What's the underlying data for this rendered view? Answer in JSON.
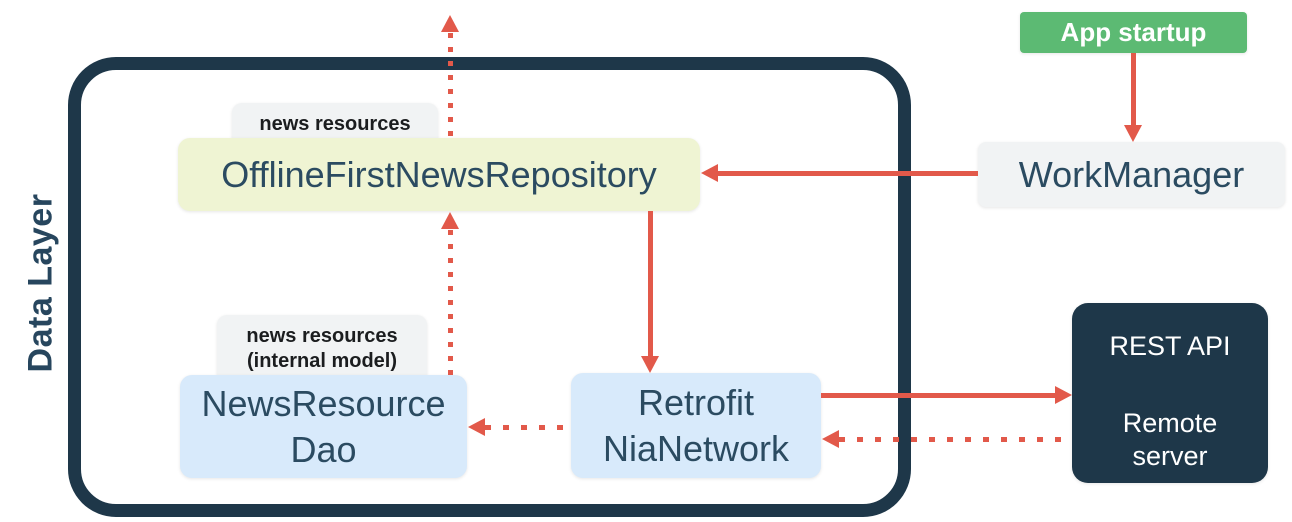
{
  "diagram": {
    "container_label": "Data Layer",
    "boxes": {
      "repository": {
        "label": "OfflineFirstNewsRepository"
      },
      "dao": {
        "line1": "NewsResource",
        "line2": "Dao"
      },
      "network": {
        "line1": "Retrofit",
        "line2": "NiaNetwork"
      },
      "workmanager": {
        "label": "WorkManager"
      },
      "remote": {
        "title": "REST API",
        "line1": "Remote",
        "line2": "server"
      },
      "app_startup": {
        "label": "App startup"
      }
    },
    "badges": {
      "news_resources": {
        "label": "news resources"
      },
      "news_resources_internal": {
        "line1": "news resources",
        "line2": "(internal model)"
      }
    },
    "edges": [
      {
        "from": "OfflineFirstNewsRepository",
        "to": "upper-layer (off-screen)",
        "style": "dotted",
        "direction": "up"
      },
      {
        "from": "NewsResourceDao",
        "to": "OfflineFirstNewsRepository",
        "style": "dotted",
        "direction": "up"
      },
      {
        "from": "OfflineFirstNewsRepository",
        "to": "Retrofit NiaNetwork",
        "style": "solid",
        "direction": "down"
      },
      {
        "from": "WorkManager",
        "to": "OfflineFirstNewsRepository",
        "style": "solid",
        "direction": "left"
      },
      {
        "from": "App startup",
        "to": "WorkManager",
        "style": "solid",
        "direction": "down"
      },
      {
        "from": "Retrofit NiaNetwork",
        "to": "REST API Remote server",
        "style": "solid",
        "direction": "right"
      },
      {
        "from": "REST API Remote server",
        "to": "Retrofit NiaNetwork",
        "style": "dotted",
        "direction": "left"
      },
      {
        "from": "Retrofit NiaNetwork",
        "to": "NewsResourceDao",
        "style": "dotted",
        "direction": "left"
      }
    ],
    "colors": {
      "arrow_red": "#E2594A",
      "navy": "#1E3749",
      "text_navy": "#2B4B61",
      "repository_fill": "#EFF4D3",
      "database_fill": "#D8EAFB",
      "badge_fill": "#F1F3F4",
      "startup_green": "#5CBA73"
    }
  }
}
